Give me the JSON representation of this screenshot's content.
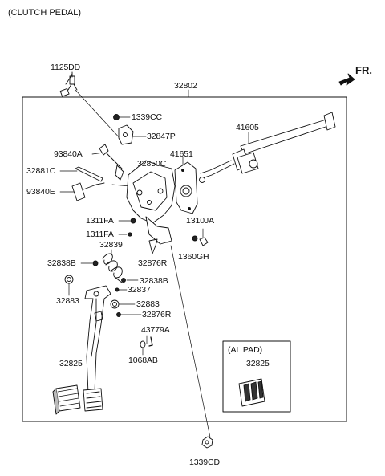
{
  "diagram": {
    "title": "(CLUTCH PEDAL)",
    "direction_label": "FR.",
    "inset_title": "(AL PAD)",
    "parts": {
      "p1125DD": "1125DD",
      "p32802": "32802",
      "p1339CC": "1339CC",
      "p32847P": "32847P",
      "p41605": "41605",
      "p41651": "41651",
      "p93840A": "93840A",
      "p32850C": "32850C",
      "p32881C": "32881C",
      "p93840E": "93840E",
      "p1311FA_a": "1311FA",
      "p1311FA_b": "1311FA",
      "p1310JA": "1310JA",
      "p32839": "32839",
      "p1360GH": "1360GH",
      "p32838B_a": "32838B",
      "p32876R_a": "32876R",
      "p32838B_b": "32838B",
      "p32837": "32837",
      "p32883_a": "32883",
      "p32883_b": "32883",
      "p32876R_b": "32876R",
      "p43779A": "43779A",
      "p1068AB": "1068AB",
      "p32825_a": "32825",
      "p32825_b": "32825",
      "p1339CD": "1339CD"
    }
  }
}
